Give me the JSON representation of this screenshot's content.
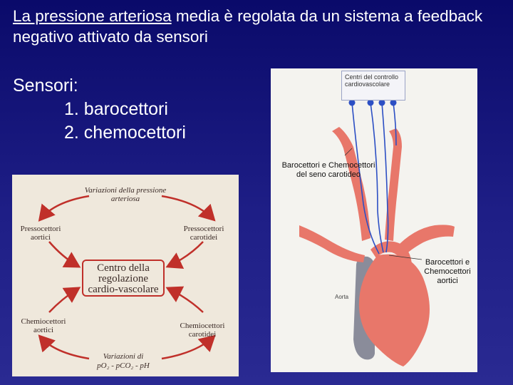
{
  "slide": {
    "title_part1": "La pressione arteriosa",
    "title_part2": " media è regolata da un sistema a feedback negativo attivato da sensori",
    "sensors_heading": "Sensori:",
    "sensors": [
      "1. barocettori",
      "2. chemocettori"
    ]
  },
  "left_diagram": {
    "top_label": "Variazioni della pressione arteriosa",
    "center": "Centro della regolazione cardio-vascolare",
    "upper_left": "Pressocettori aortici",
    "upper_right": "Pressocettori carotidei",
    "lower_left": "Chemiocettori aortici",
    "lower_right": "Chemiocettori carotidei",
    "bottom_label_line1": "Variazioni di",
    "bottom_label_line2": "pO₂ - pCO₂ - pH",
    "arrow_color": "#c0302a"
  },
  "right_diagram": {
    "control_box": "Centri del controllo cardiovascolare",
    "carotid_label": "Barocettori e Chemocettori del seno carotideo",
    "aortic_label": "Barocettori e Chemocettori aortici",
    "aorta": "Aorta",
    "artery_color": "#e8776a",
    "vein_color": "#8a8c9a",
    "nerve_color": "#2c4fc4"
  }
}
